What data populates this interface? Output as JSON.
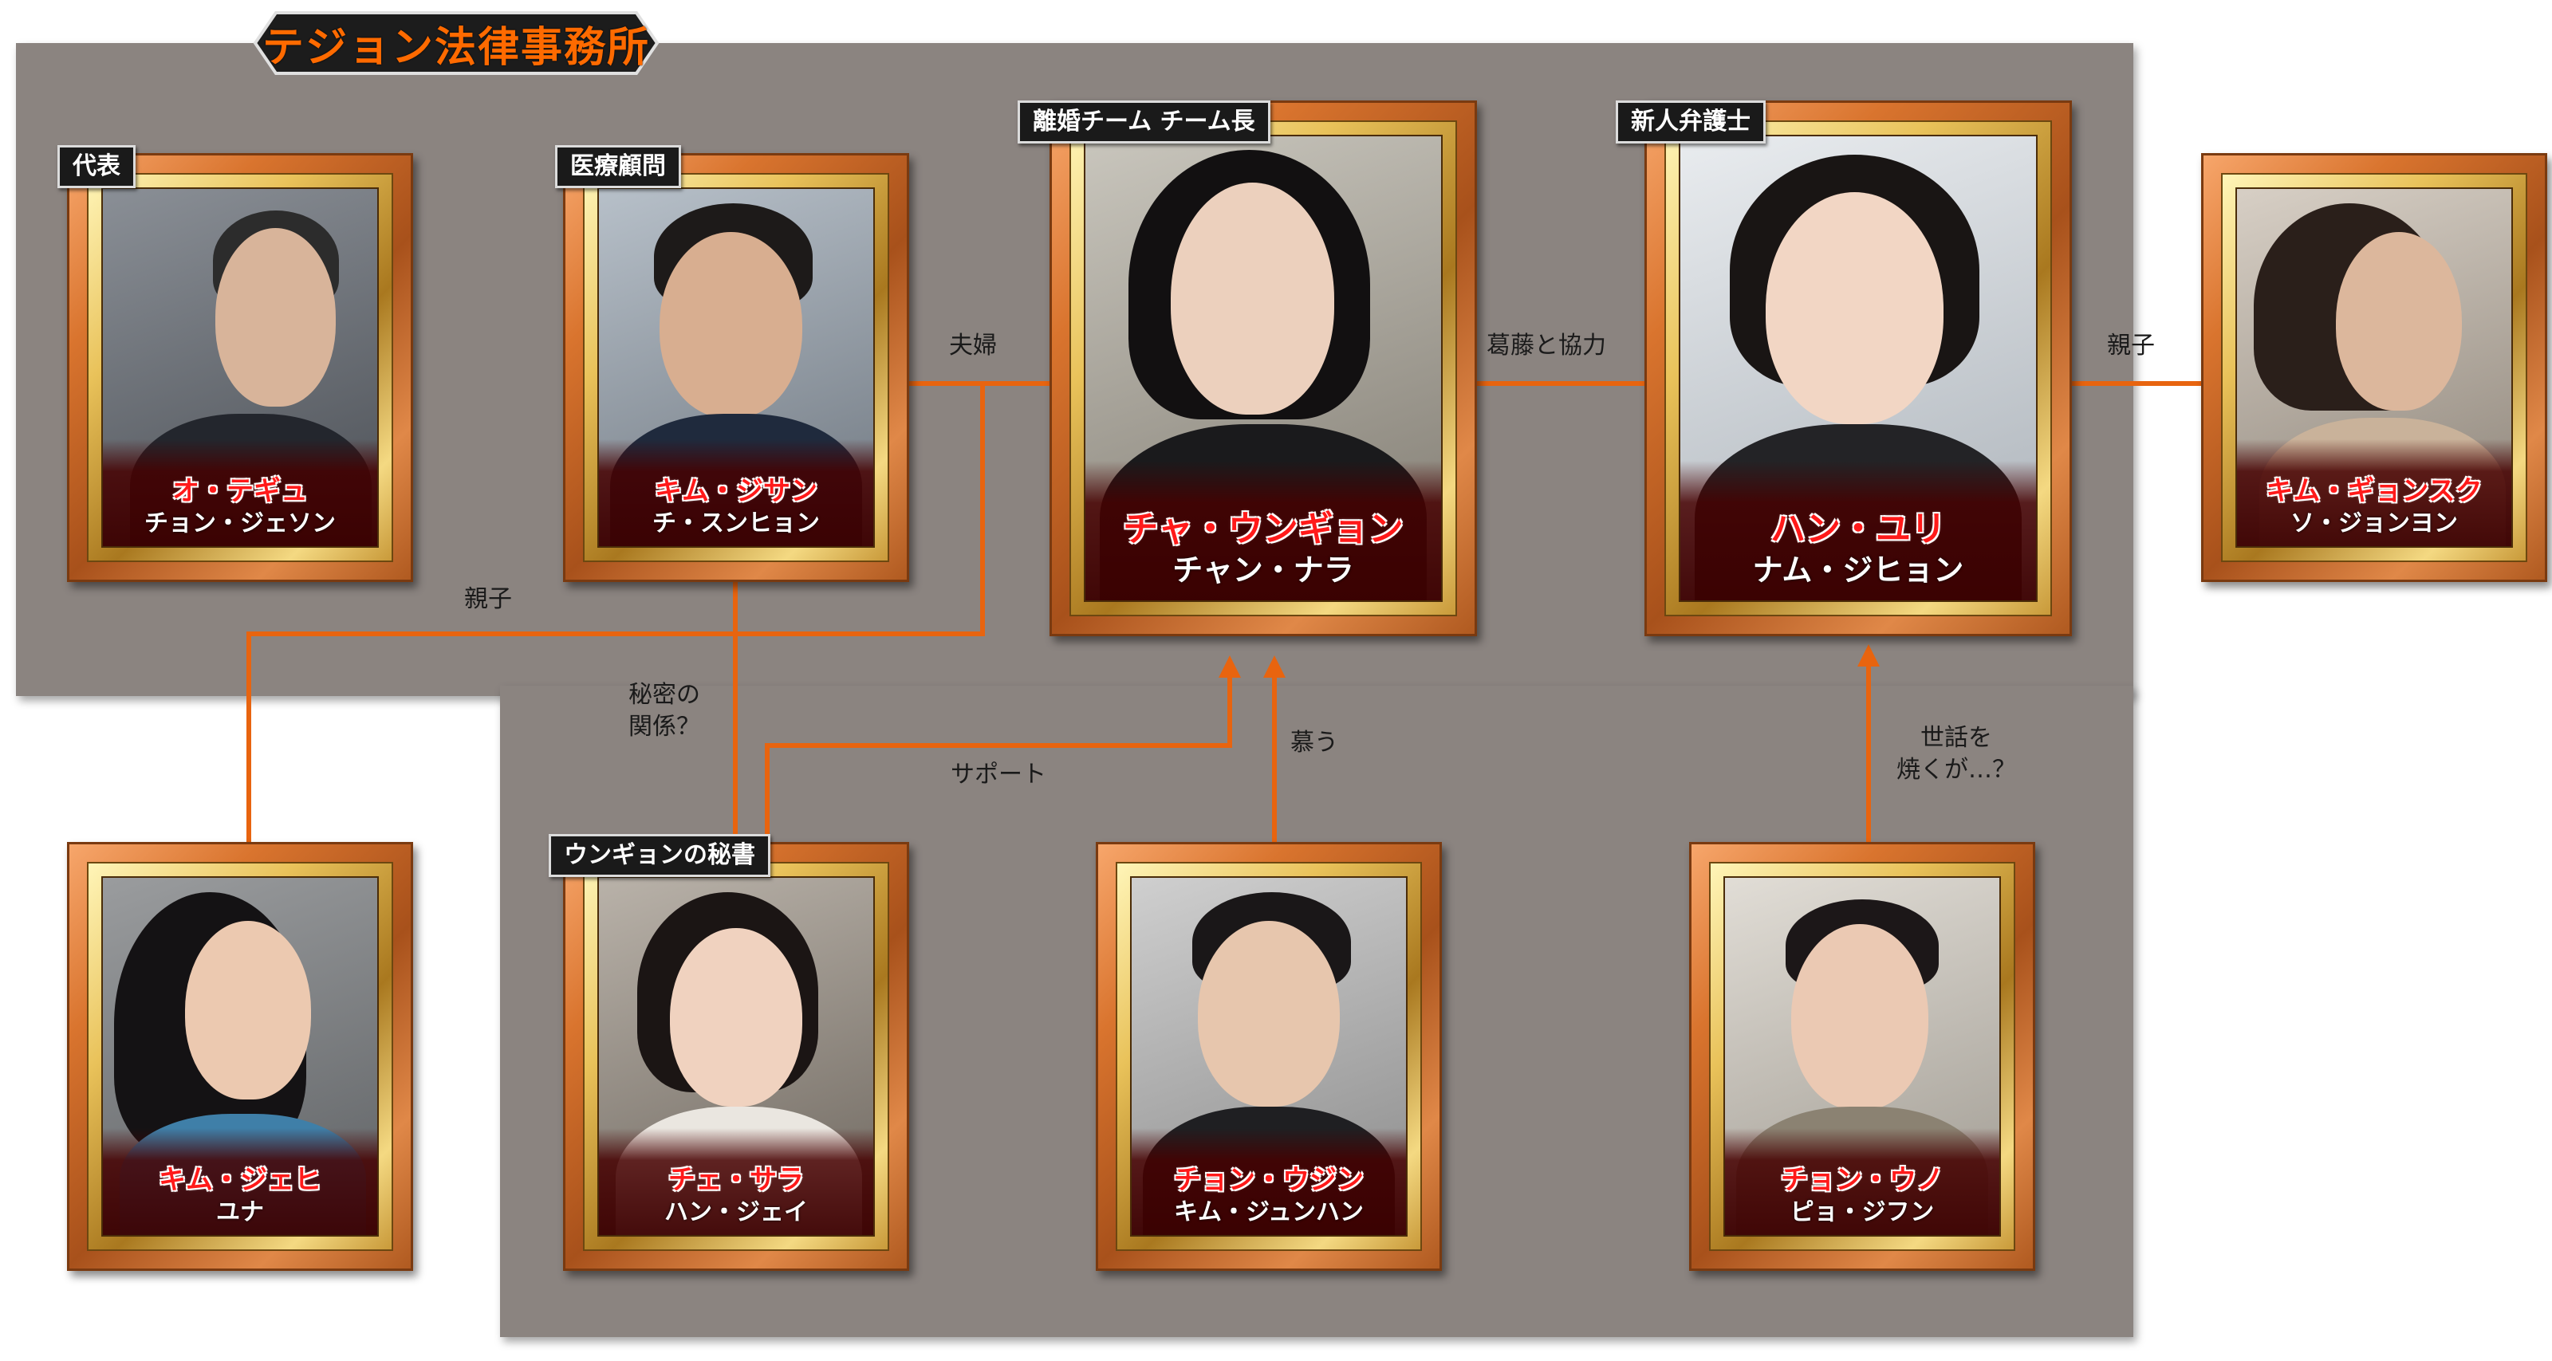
{
  "title": "テジョン法律事務所",
  "colors": {
    "panel": "#8b8480",
    "line": "#e8640f",
    "role_red": "#ff1a1a",
    "frame_orange": "#d9742e"
  },
  "characters": {
    "oh_taegyu": {
      "badge": "代表",
      "role": "オ・テギュ",
      "actor": "チョン・ジェソン"
    },
    "kim_jisan": {
      "badge": "医療顧問",
      "role": "キム・ジサン",
      "actor": "チ・スンヒョン"
    },
    "cha_eungyeon": {
      "badge": "離婚チーム チーム長",
      "role": "チャ・ウンギョン",
      "actor": "チャン・ナラ"
    },
    "han_yuri": {
      "badge": "新人弁護士",
      "role": "ハン・ユリ",
      "actor": "ナム・ジヒョン"
    },
    "kim_gyeongsook": {
      "role": "キム・ギョンスク",
      "actor": "ソ・ジョンヨン"
    },
    "kim_jehee": {
      "role": "キム・ジェヒ",
      "actor": "ユナ"
    },
    "choi_sara": {
      "badge": "ウンギョンの秘書",
      "role": "チェ・サラ",
      "actor": "ハン・ジェイ"
    },
    "jeong_woojin": {
      "role": "チョン・ウジン",
      "actor": "キム・ジュンハン"
    },
    "jeong_woono": {
      "role": "チョン・ウノ",
      "actor": "ピョ・ジフン"
    }
  },
  "relations": {
    "couple": "夫婦",
    "conflict_cooperation": "葛藤と協力",
    "parent_child_right": "親子",
    "parent_child_left": "親子",
    "secret": "秘密の\n関係？",
    "support": "サポート",
    "admire": "慕う",
    "care": "世話を\n焼くが…？"
  }
}
